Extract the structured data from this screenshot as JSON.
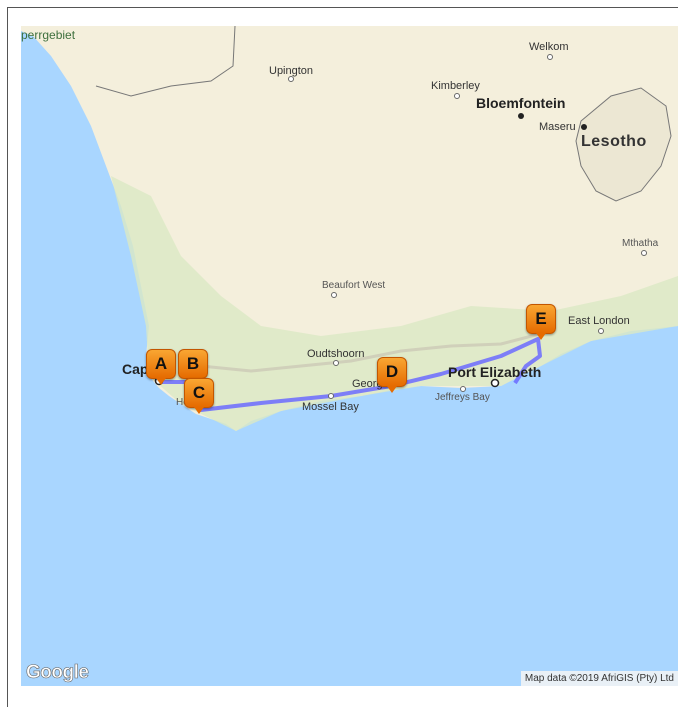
{
  "map": {
    "attribution": "Map data ©2019 AfriGIS (Pty) Ltd",
    "logo": "Google",
    "colors": {
      "water": "#a9d6ff",
      "land": "#f4efdc",
      "route": "#6b6bff",
      "marker": "#f39012"
    },
    "labels": {
      "region_nw": "perrgebiet",
      "upington": "Upington",
      "welkom": "Welkom",
      "kimberley": "Kimberley",
      "bloemfontein": "Bloemfontein",
      "maseru": "Maseru",
      "lesotho": "Lesotho",
      "mthatha": "Mthatha",
      "beaufort_west": "Beaufort West",
      "east_london": "East London",
      "oudtshoorn": "Oudtshoorn",
      "cape_town": "Cap",
      "george": "George",
      "port_elizabeth": "Port Elizabeth",
      "jeffreys_bay": "Jeffreys Bay",
      "mossel_bay": "Mossel Bay",
      "hermanus": "He    us"
    },
    "markers": [
      {
        "letter": "A"
      },
      {
        "letter": "B"
      },
      {
        "letter": "C"
      },
      {
        "letter": "D"
      },
      {
        "letter": "E"
      }
    ]
  }
}
